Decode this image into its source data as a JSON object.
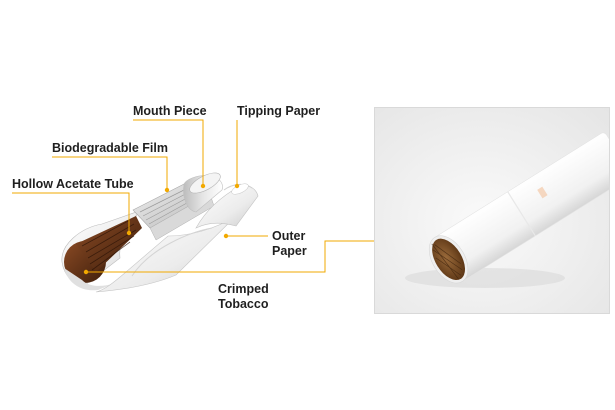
{
  "labels": {
    "mouth_piece": "Mouth Piece",
    "tipping_paper": "Tipping Paper",
    "biodegradable_film": "Biodegradable Film",
    "hollow_acetate_tube": "Hollow Acetate Tube",
    "outer_paper_line1": "Outer",
    "outer_paper_line2": "Paper",
    "crimped_tobacco_line1": "Crimped",
    "crimped_tobacco_line2": "Tobacco"
  },
  "colors": {
    "leader_line": "#f2a900",
    "tobacco": "#6b3a1e",
    "tobacco_dark": "#3a1d0c",
    "paper": "#ffffff",
    "paper_shadow": "#cfcfcf",
    "frame_border": "#d9d9d9"
  }
}
